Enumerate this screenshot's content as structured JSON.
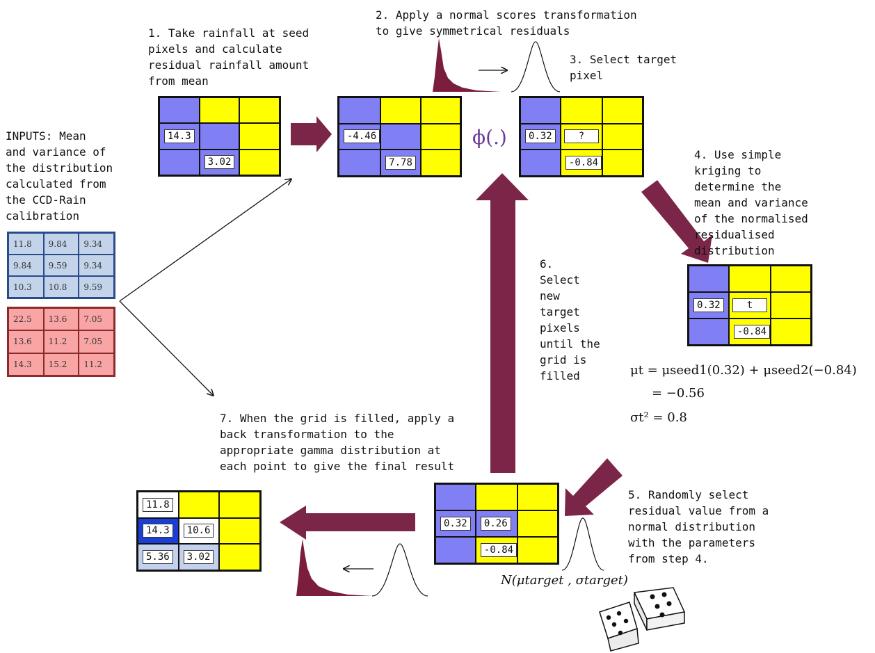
{
  "steps": {
    "s1": "1. Take rainfall at seed\npixels and calculate\nresidual rainfall amount\nfrom mean",
    "s2": "2. Apply a normal scores transformation\nto give symmetrical residuals",
    "s3": "3. Select target\npixel",
    "s4": "4. Use simple\nkriging to\ndetermine the\nmean and variance\nof the normalised\nresidualised\ndistribution",
    "s5": "5. Randomly select\nresidual value from a\nnormal distribution\nwith the parameters\nfrom step 4.",
    "s6": "6.\nSelect\nnew\ntarget\npixels\nuntil the\ngrid is\nfilled",
    "s7": "7. When the grid is filled, apply a\nback transformation to the\nappropriate gamma distribution at\neach point to give the final result",
    "inputs": "INPUTS: Mean\nand variance of\nthe distribution\ncalculated from\nthe CCD-Rain\ncalibration"
  },
  "grids": {
    "g1": {
      "a": "14.3",
      "b": "3.02"
    },
    "g2": {
      "a": "-4.46",
      "b": "7.78"
    },
    "g3": {
      "a": "0.32",
      "q": "?",
      "b": "-0.84"
    },
    "g4": {
      "a": "0.32",
      "t": "t",
      "b": "-0.84"
    },
    "g5": {
      "a": "0.32",
      "m": "0.26",
      "b": "-0.84"
    },
    "g6": {
      "a": "11.8",
      "b": "14.3",
      "c": "10.6",
      "d": "5.36",
      "e": "3.02"
    }
  },
  "input_tables": {
    "mean": [
      [
        "11.8",
        "9.84",
        "9.34"
      ],
      [
        "9.84",
        "9.59",
        "9.34"
      ],
      [
        "10.3",
        "10.8",
        "9.59"
      ]
    ],
    "variance": [
      [
        "22.5",
        "13.6",
        "7.05"
      ],
      [
        "13.6",
        "11.2",
        "7.05"
      ],
      [
        "14.3",
        "15.2",
        "11.2"
      ]
    ]
  },
  "phi": "ϕ(.)",
  "formula": {
    "line1_lhs": "μt = μseed1(0.32) + μseed2(−0.84)",
    "line2": "= −0.56",
    "line3": "σt² = 0.8",
    "normal": "N(μtarget , σtarget)"
  },
  "colors": {
    "arrow": "#7b2548",
    "blue_cell": "#8080f4",
    "yellow_cell": "#ffff00",
    "dark_blue_cell": "#1a3fd6",
    "light_blue_cell": "#c3d1ee",
    "mean_table": "#c3d4ea",
    "variance_table": "#f9a5a5",
    "skewed_dist": "#7b1e3e"
  },
  "icons": [
    "dice-icon",
    "skewed-distribution-icon",
    "normal-distribution-icon",
    "right-arrow-icon",
    "left-arrow-icon"
  ]
}
